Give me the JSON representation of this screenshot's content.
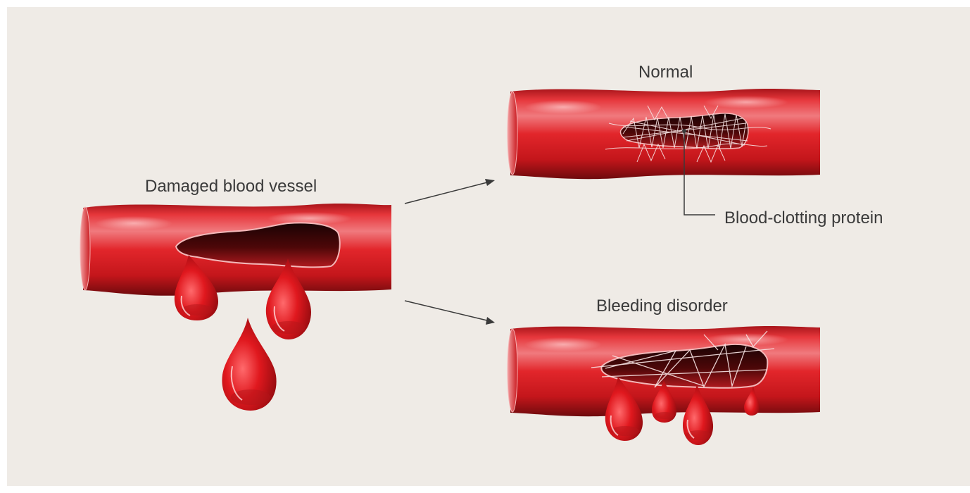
{
  "labels": {
    "damaged": "Damaged blood vessel",
    "normal": "Normal",
    "bleeding": "Bleeding disorder",
    "protein": "Blood-clotting protein"
  },
  "colors": {
    "background": "#efebe6",
    "vessel_light": "#f0747a",
    "vessel_mid": "#e0262b",
    "vessel_dark": "#6e0a0d",
    "drop": "#d9151b",
    "fibrin": "#f7e4e4",
    "text": "#3a3a3a",
    "arrow": "#3a3a3a"
  }
}
